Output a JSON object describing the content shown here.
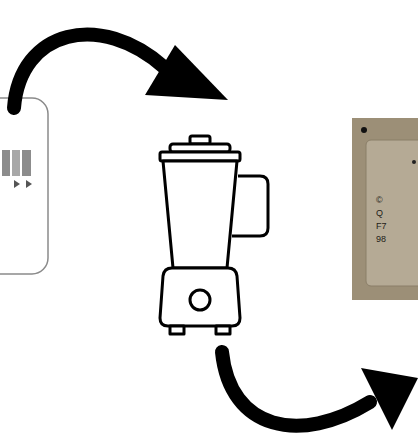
{
  "diagram": {
    "labels": [
      "©",
      "Q",
      "F7",
      "98"
    ]
  }
}
